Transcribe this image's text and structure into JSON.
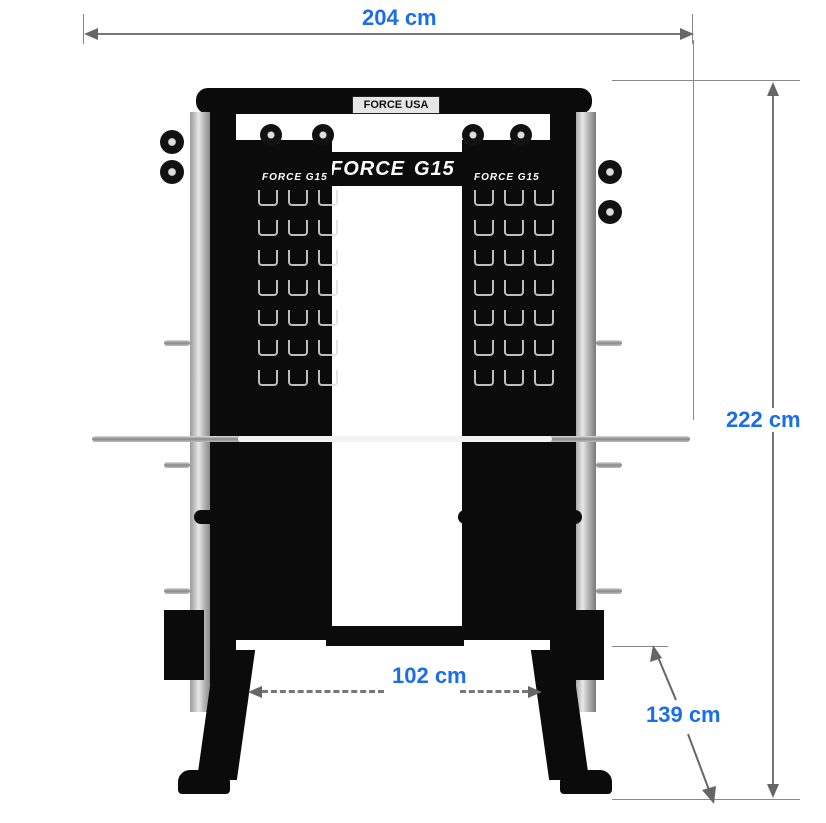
{
  "product": {
    "brand_top_plate": "FORCE USA",
    "brand_main": "FORCE",
    "brand_sub": "USA",
    "model": "G15",
    "panel_logo_left": "FORCE G15",
    "panel_logo_right": "FORCE G15"
  },
  "dimensions": {
    "width": "204 cm",
    "height": "222 cm",
    "inner_width": "102 cm",
    "depth": "139 cm"
  },
  "colors": {
    "label": "#1a6ee8",
    "dimension_line": "#777777",
    "frame": "#0b0b0b"
  }
}
